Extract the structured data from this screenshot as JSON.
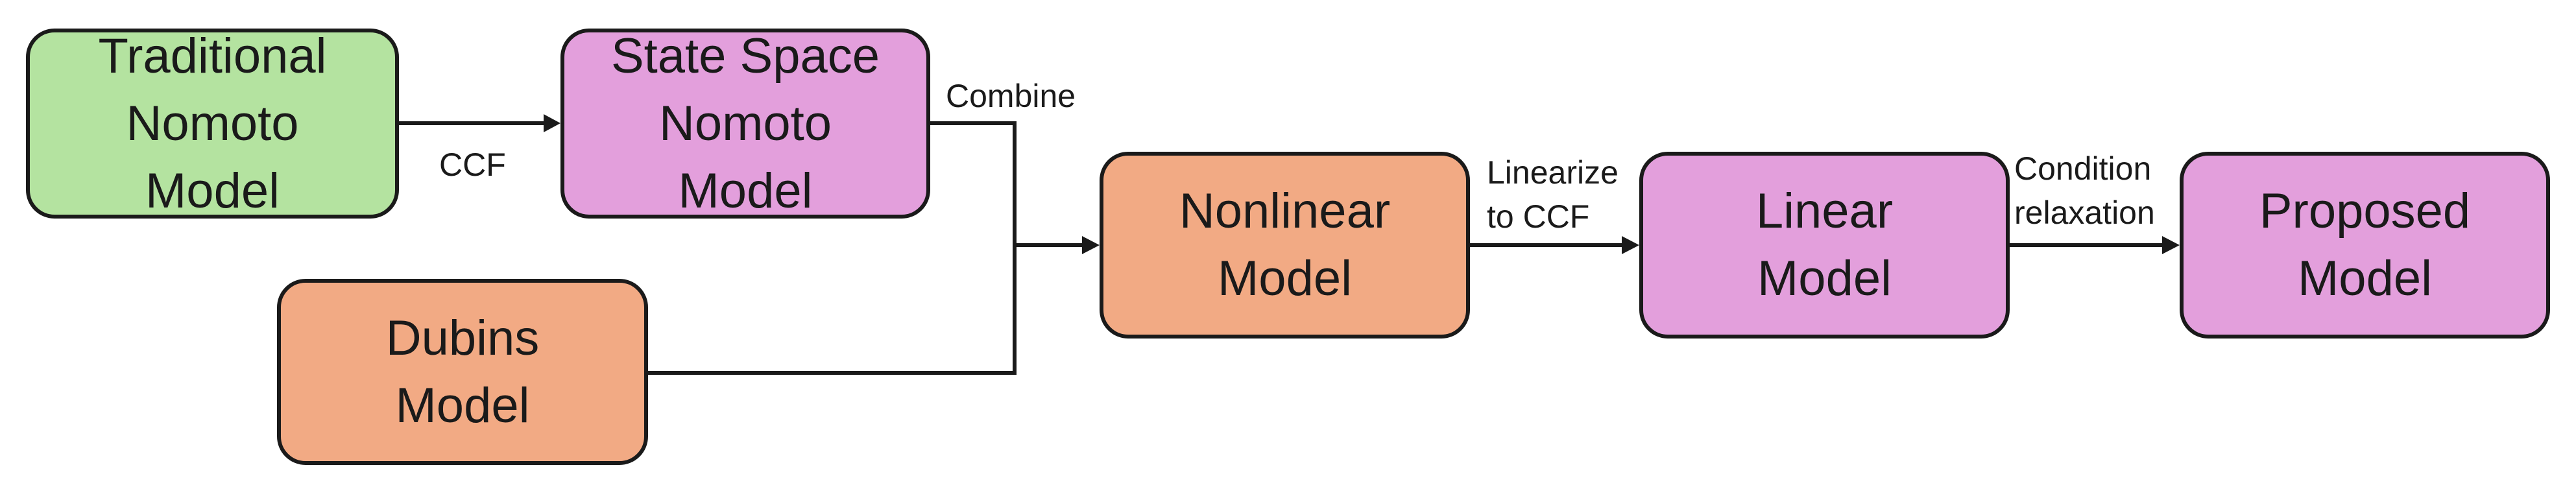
{
  "colors": {
    "green": "#b4e3a0",
    "pink": "#e39fdc",
    "orange": "#f2aa84",
    "line": "#1a1a1a"
  },
  "nodes": {
    "traditional": {
      "lines": [
        "Traditional",
        "Nomoto",
        "Model"
      ],
      "color": "green"
    },
    "state_space": {
      "lines": [
        "State Space",
        "Nomoto",
        "Model"
      ],
      "color": "pink"
    },
    "dubins": {
      "lines": [
        "Dubins",
        "Model"
      ],
      "color": "orange"
    },
    "nonlinear": {
      "lines": [
        "Nonlinear",
        "Model"
      ],
      "color": "orange"
    },
    "linear": {
      "lines": [
        "Linear",
        "Model"
      ],
      "color": "pink"
    },
    "proposed": {
      "lines": [
        "Proposed",
        "Model"
      ],
      "color": "pink"
    }
  },
  "edges": {
    "ccf": {
      "lines": [
        "CCF"
      ]
    },
    "combine": {
      "lines": [
        "Combine"
      ]
    },
    "linearize": {
      "lines": [
        "Linearize",
        "to CCF"
      ]
    },
    "relax": {
      "lines": [
        "Condition",
        "relaxation"
      ]
    }
  }
}
